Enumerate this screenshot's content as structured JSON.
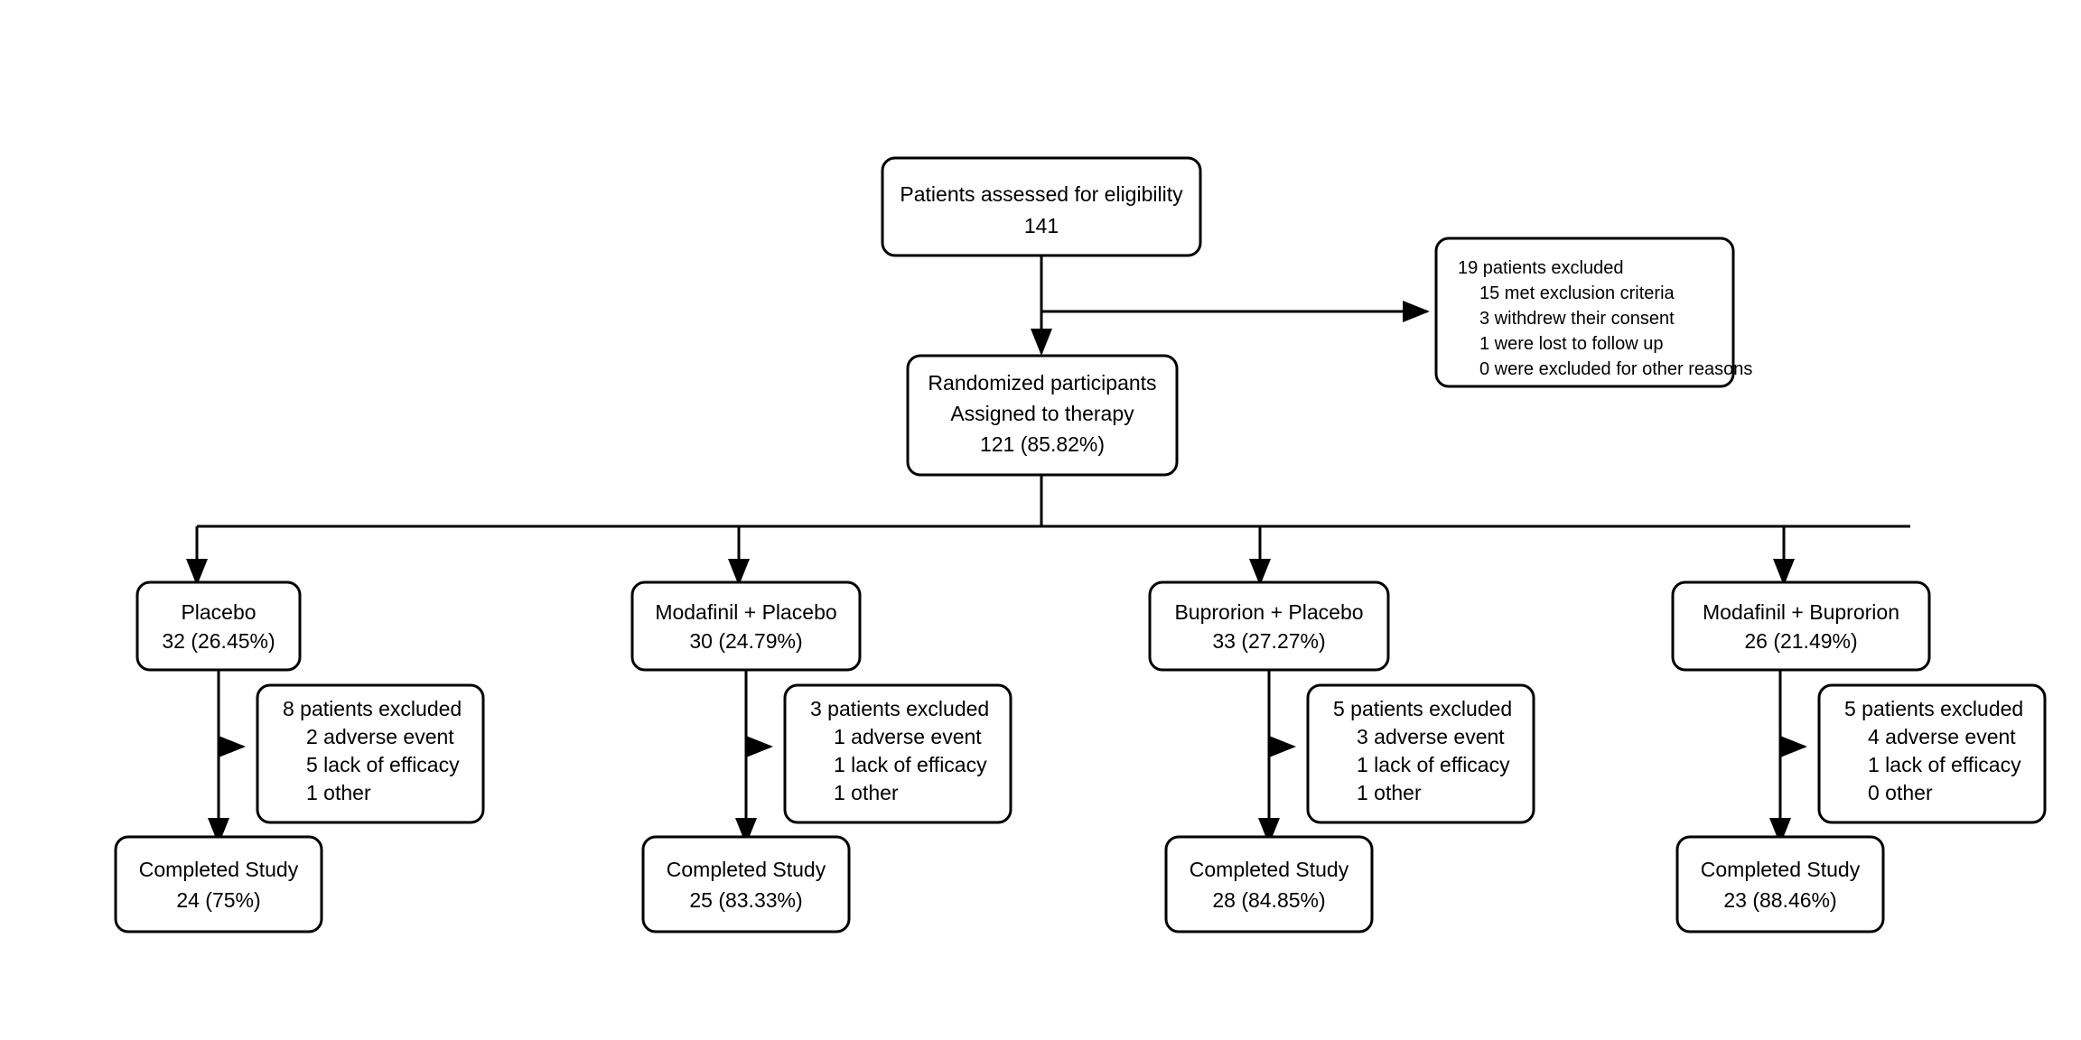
{
  "diagram": {
    "title": "CONSORT participant flow diagram",
    "background_color": "#ffffff",
    "line_color": "#000000",
    "box_fill": "#ffffff"
  },
  "enrollment": {
    "assessed": {
      "line1": "Patients assessed for eligibility",
      "line2": "141"
    },
    "excluded": {
      "header": "19 patients excluded",
      "reasons": [
        "15 met exclusion criteria",
        "3 withdrew their consent",
        "1 were lost to follow up",
        "0 were excluded for other reasons"
      ]
    },
    "randomized": {
      "line1": "Randomized participants",
      "line2": "Assigned to therapy",
      "line3": "121 (85.82%)"
    }
  },
  "arms": [
    {
      "name": "Placebo",
      "allocated": "32 (26.45%)",
      "excluded_header": "8 patients excluded",
      "excluded_reasons": [
        "2 adverse event",
        "5 lack of efficacy",
        "1 other"
      ],
      "completed_label": "Completed Study",
      "completed_value": "24 (75%)"
    },
    {
      "name": "Modafinil + Placebo",
      "allocated": "30 (24.79%)",
      "excluded_header": "3 patients excluded",
      "excluded_reasons": [
        "1 adverse event",
        "1 lack of efficacy",
        "1 other"
      ],
      "completed_label": "Completed Study",
      "completed_value": "25 (83.33%)"
    },
    {
      "name": "Buprorion + Placebo",
      "allocated": "33 (27.27%)",
      "excluded_header": "5 patients excluded",
      "excluded_reasons": [
        "3 adverse event",
        "1 lack of efficacy",
        "1 other"
      ],
      "completed_label": "Completed Study",
      "completed_value": "28 (84.85%)"
    },
    {
      "name": "Modafinil + Buprorion",
      "allocated": "26 (21.49%)",
      "excluded_header": "5 patients excluded",
      "excluded_reasons": [
        "4 adverse event",
        "1 lack of efficacy",
        "0 other"
      ],
      "completed_label": "Completed Study",
      "completed_value": "23 (88.46%)"
    }
  ]
}
